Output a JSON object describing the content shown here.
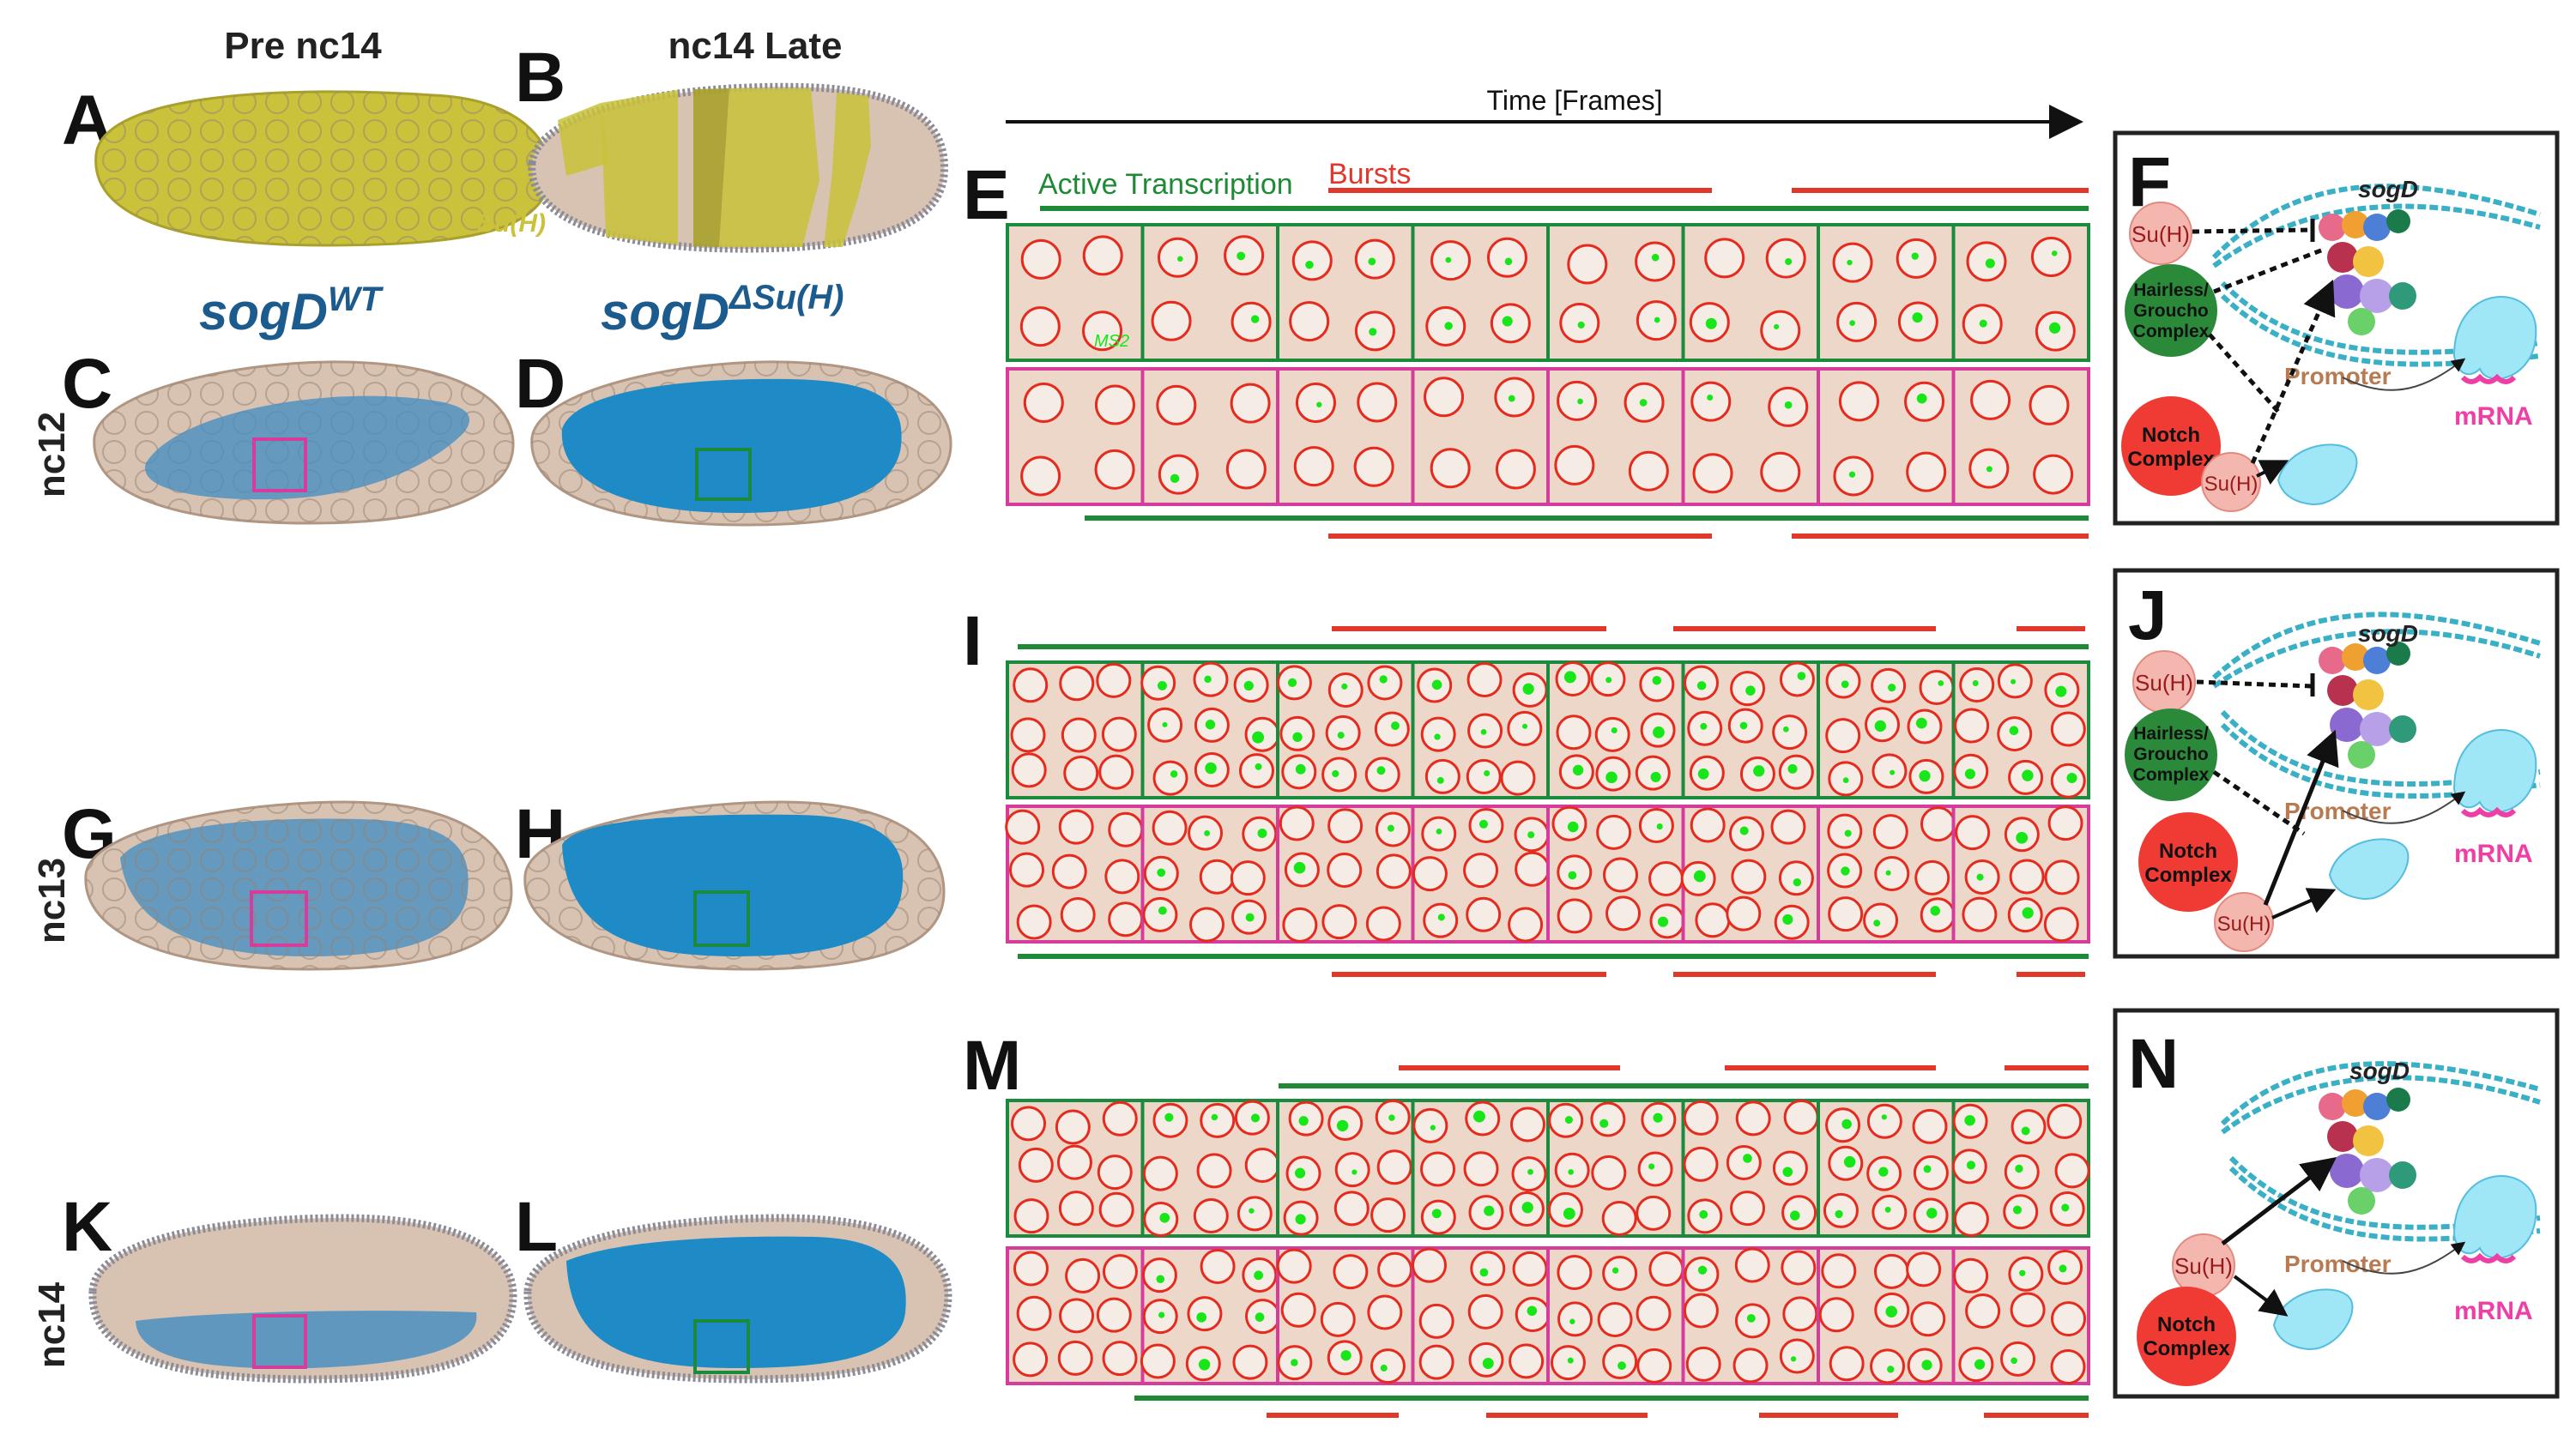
{
  "panels": {
    "A": "A",
    "B": "B",
    "C": "C",
    "D": "D",
    "E": "E",
    "F": "F",
    "G": "G",
    "H": "H",
    "I": "I",
    "J": "J",
    "K": "K",
    "L": "L",
    "M": "M",
    "N": "N"
  },
  "column_titles": {
    "pre": "Pre nc14",
    "late": "nc14 Late"
  },
  "row_labels": {
    "nc12": "nc12",
    "nc13": "nc13",
    "nc14": "nc14"
  },
  "genotypes": {
    "wt_base": "sogD",
    "wt_sup": "WT",
    "mut_base": "sogD",
    "mut_sup": "ΔSu(H)"
  },
  "embryo_label": "Su(H)",
  "time_axis": "Time [Frames]",
  "legend": {
    "active": "Active Transcription",
    "bursts": "Bursts"
  },
  "ms2_label": "MS2",
  "models": {
    "F": {
      "gene": "sogD",
      "promoter": "Promoter",
      "mrna": "mRNA",
      "suh_top": "Su(H)",
      "suh_bottom": "Su(H)",
      "repressor": [
        "Hairless/",
        "Groucho",
        "Complex"
      ],
      "notch": [
        "Notch",
        "Complex"
      ]
    },
    "J": {
      "gene": "sogD",
      "promoter": "Promoter",
      "mrna": "mRNA",
      "suh_top": "Su(H)",
      "suh_bottom": "Su(H)",
      "repressor": [
        "Hairless/",
        "Groucho",
        "Complex"
      ],
      "notch": [
        "Notch",
        "Complex"
      ]
    },
    "N": {
      "gene": "sogD",
      "promoter": "Promoter",
      "mrna": "mRNA",
      "suh": "Su(H)",
      "notch": [
        "Notch",
        "Complex"
      ]
    }
  },
  "colors": {
    "embryo_yellow": "#c9c23a",
    "embryo_tan": "#d8c3b3",
    "wt_blue": "#4a8fc0",
    "mut_blue": "#1e8ac6",
    "wt_box": "#d63c9b",
    "mut_box": "#1a8a3c",
    "active_line": "#1f8a35",
    "burst_line": "#e0392b",
    "nucleus": "#e42b1e",
    "ms2_dot": "#19e619",
    "repressor": "#2a8a3a",
    "notch": "#ef3b33",
    "suh": "#f4b7b0",
    "dna": "#3ab0c6",
    "mrna": "#ee3fa6",
    "polymerase": "#9fe6f7"
  }
}
